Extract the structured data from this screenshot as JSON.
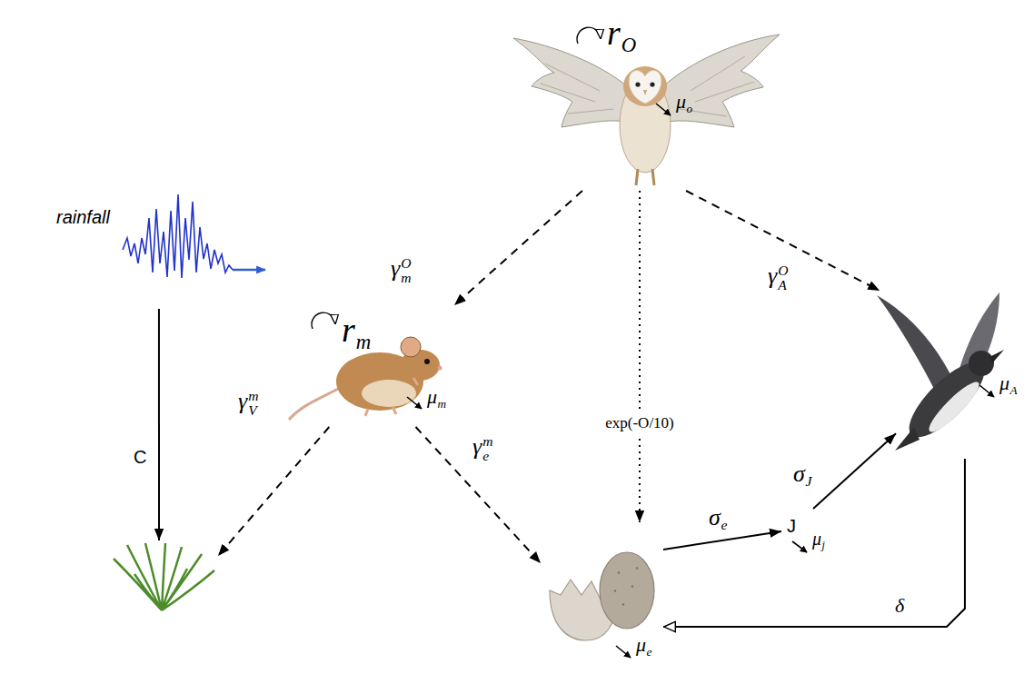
{
  "diagram": {
    "nodes": [
      {
        "text": [
          "rO",
          "μo"
        ]
      },
      {
        "text": [
          "rainfall"
        ]
      },
      {
        "text": [
          "rm",
          "μm"
        ]
      },
      {
        "text": [
          "μA"
        ]
      },
      {
        "text": [
          "J",
          "μj"
        ]
      },
      {
        "text": [
          "μe"
        ]
      },
      {
        "text": []
      }
    ],
    "edges": [
      {
        "from": 0,
        "to": 2,
        "label": "γmO",
        "arrow": "to"
      },
      {
        "from": 0,
        "to": 5,
        "label": "exp(-O/10)",
        "arrow": "to"
      },
      {
        "from": 0,
        "to": 3,
        "label": "γAO",
        "arrow": "to"
      },
      {
        "from": 1,
        "to": 6,
        "label": "C",
        "arrow": "to"
      },
      {
        "from": 2,
        "to": 6,
        "label": "γVm",
        "arrow": "to"
      },
      {
        "from": 2,
        "to": 5,
        "label": "γem",
        "arrow": "to"
      },
      {
        "from": 5,
        "to": 4,
        "label": "σe",
        "arrow": "to"
      },
      {
        "from": 4,
        "to": 3,
        "label": "σJ",
        "arrow": "to"
      },
      {
        "from": 3,
        "to": 5,
        "label": "δ",
        "arrow": "to"
      }
    ]
  }
}
